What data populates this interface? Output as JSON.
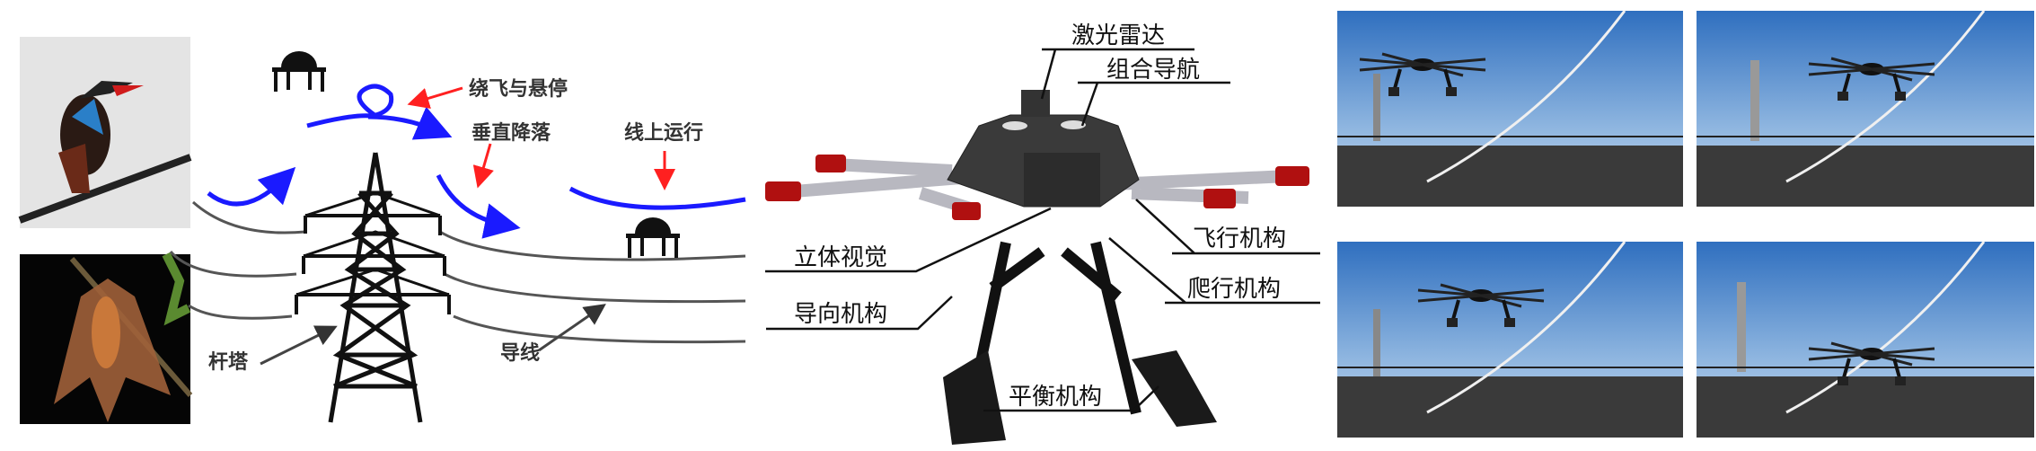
{
  "panel_concept": {
    "labels": {
      "hover": "绕飞与悬停",
      "landing": "垂直降落",
      "online": "线上运行",
      "tower": "杆塔",
      "wire": "导线"
    }
  },
  "panel_robot": {
    "labels": {
      "lidar": "激光雷达",
      "nav": "组合导航",
      "stereo": "立体视觉",
      "guide": "导向机构",
      "flight": "飞行机构",
      "crawl": "爬行机构",
      "balance": "平衡机构"
    }
  },
  "colors": {
    "path_blue": "#1a1aff",
    "arrow_red": "#ff2020",
    "rotor_red": "#b01010",
    "sky": "#4f86c9"
  }
}
